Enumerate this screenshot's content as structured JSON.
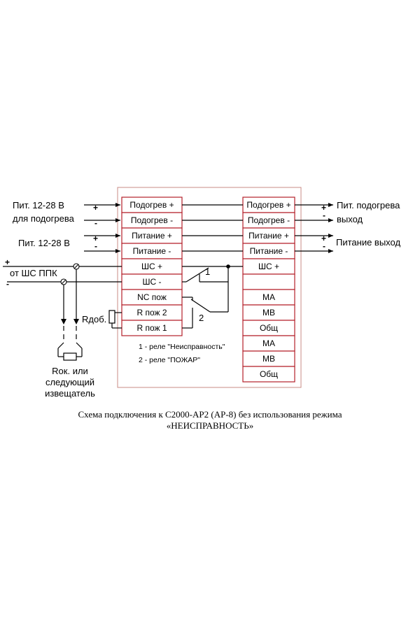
{
  "left_block": {
    "terminals": [
      "Подогрев +",
      "Подогрев -",
      "Питание +",
      "Питание -",
      "ШС +",
      "ШС -",
      "NC пож",
      "R пож 2",
      "R пож 1"
    ]
  },
  "right_block": {
    "terminals": [
      "Подогрев +",
      "Подогрев -",
      "Питание +",
      "Питание -",
      "ШС +",
      "МА",
      "МВ",
      "Общ",
      "МА",
      "МВ",
      "Общ"
    ]
  },
  "left_labels": {
    "heater_supply_line1": "Пит. 12-28 В",
    "heater_supply_line2": "для подогрева",
    "power_supply": "Пит. 12-28 В",
    "ppk_loop_line1": "от ШС ППК"
  },
  "right_labels": {
    "heater_output_line1": "Пит. подогрева",
    "heater_output_line2": "выход",
    "power_output": "Питание выход"
  },
  "signs": {
    "plus": "+",
    "minus": "-"
  },
  "relay_numbers": {
    "r1": "1",
    "r2": "2"
  },
  "resistor_label": "Rдоб.",
  "end_device_labels": [
    "Rок. или",
    "следующий",
    "извещатель"
  ],
  "legend": [
    "1 - реле \"Неисправность\"",
    "2 - реле \"ПОЖАР\""
  ],
  "caption": {
    "line1": "Схема подключения к С2000-АР2 (АР-8) без использования режима",
    "line2": "«НЕИСПРАВНОСТЬ»"
  }
}
